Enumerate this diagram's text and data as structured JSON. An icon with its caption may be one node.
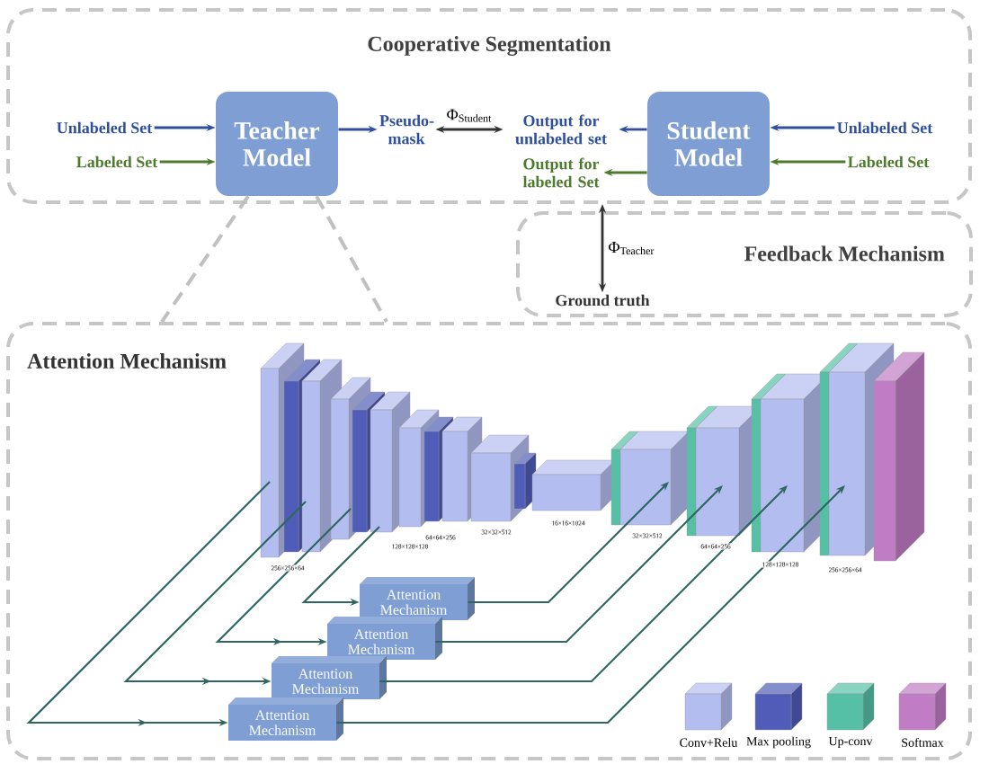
{
  "diagram": {
    "nodes": [
      {
        "text": [
          "Cooperative Segmentation"
        ]
      },
      {
        "text": [
          "Unlabeled Set"
        ],
        "in": 0
      },
      {
        "text": [
          "Labeled Set"
        ],
        "in": 0
      },
      {
        "text": [
          "Teacher Model"
        ],
        "in": 0
      },
      {
        "text": [
          "Pseudo-mask"
        ],
        "in": 0
      },
      {
        "text": [
          "Output for unlabeled set"
        ],
        "in": 0
      },
      {
        "text": [
          "Output for labeled Set"
        ],
        "in": 0
      },
      {
        "text": [
          "Student Model"
        ],
        "in": 0
      },
      {
        "text": [
          "Unlabeled Set"
        ],
        "in": 0
      },
      {
        "text": [
          "Labeled Set"
        ],
        "in": 0
      },
      {
        "text": [
          "Feedback Mechanism"
        ]
      },
      {
        "text": [
          "Ground truth"
        ],
        "in": 10
      },
      {
        "text": [
          "Attention Mechanism"
        ]
      },
      {
        "text": [
          "Attention Mechanism"
        ],
        "in": 12
      },
      {
        "text": [
          "Attention Mechanism"
        ],
        "in": 12
      },
      {
        "text": [
          "Attention Mechanism"
        ],
        "in": 12
      },
      {
        "text": [
          "Attention Mechanism"
        ],
        "in": 12
      }
    ],
    "edges": [
      {
        "from": 1,
        "to": 3,
        "arrow": "to",
        "color": "#2f4f9a"
      },
      {
        "from": 2,
        "to": 3,
        "arrow": "to",
        "color": "#4e7a2e"
      },
      {
        "from": 3,
        "to": 4,
        "arrow": "to",
        "color": "#2f4f9a"
      },
      {
        "from": 4,
        "to": 5,
        "arrow": "both",
        "label": "Φ$_{Student}$",
        "color": "#333333"
      },
      {
        "from": 7,
        "to": 5,
        "arrow": "to",
        "color": "#2f4f9a"
      },
      {
        "from": 7,
        "to": 6,
        "arrow": "to",
        "color": "#4e7a2e"
      },
      {
        "from": 8,
        "to": 7,
        "arrow": "to",
        "color": "#2f4f9a"
      },
      {
        "from": 9,
        "to": 7,
        "arrow": "to",
        "color": "#4e7a2e"
      },
      {
        "from": 11,
        "to": 0,
        "arrow": "both",
        "label": "Φ$_{Teacher}$",
        "color": "#333333"
      },
      {
        "from": 3,
        "to": 12,
        "arrow": "none",
        "style": "dashed",
        "color": "#c0c0c0"
      },
      {
        "from": 3,
        "to": 12,
        "arrow": "none",
        "style": "dashed",
        "color": "#c0c0c0"
      },
      {
        "from": null,
        "to": 13,
        "arrow": "to"
      },
      {
        "from": null,
        "to": 14,
        "arrow": "to"
      },
      {
        "from": null,
        "to": 15,
        "arrow": "to"
      },
      {
        "from": null,
        "to": 16,
        "arrow": "to"
      },
      {
        "from": 13,
        "to": null,
        "arrow": "to"
      },
      {
        "from": 14,
        "to": null,
        "arrow": "to"
      },
      {
        "from": 15,
        "to": null,
        "arrow": "to"
      },
      {
        "from": 16,
        "to": null,
        "arrow": "to"
      }
    ],
    "labels": [
      "256×256×64",
      "128×128×128",
      "64×64×256",
      "32×32×512",
      "16×16×1024",
      "32×32×512",
      "64×64×256",
      "128×128×128",
      "256×256×64"
    ],
    "legend": [
      {
        "text": "Conv+Relu",
        "color": "#b3bdf0"
      },
      {
        "text": "Max pooling",
        "color": "#4f5db8"
      },
      {
        "text": "Up-conv",
        "color": "#56c0a6"
      },
      {
        "text": "Softmax",
        "color": "#c07cc4"
      }
    ]
  }
}
